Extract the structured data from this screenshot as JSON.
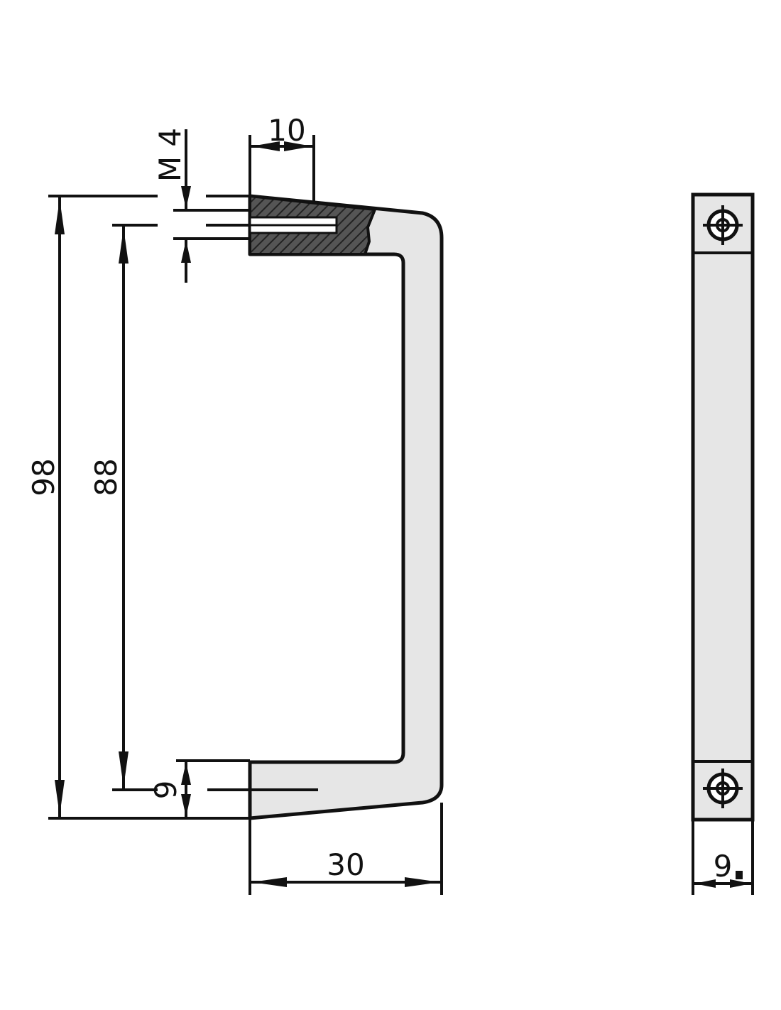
{
  "drawing": {
    "colors": {
      "line": "#111111",
      "fill": "#e6e6e6",
      "hatch": "#333333",
      "background": "#ffffff"
    },
    "front_view": {
      "dimensions": {
        "overall_height": "98",
        "hole_spacing": "88",
        "thread": "M 4",
        "thread_depth": "10",
        "leg_height": "9",
        "depth": "30"
      }
    },
    "side_view": {
      "dimensions": {
        "thickness": "9"
      },
      "icons": [
        "mounting-hole-icon",
        "mounting-hole-icon"
      ]
    }
  }
}
